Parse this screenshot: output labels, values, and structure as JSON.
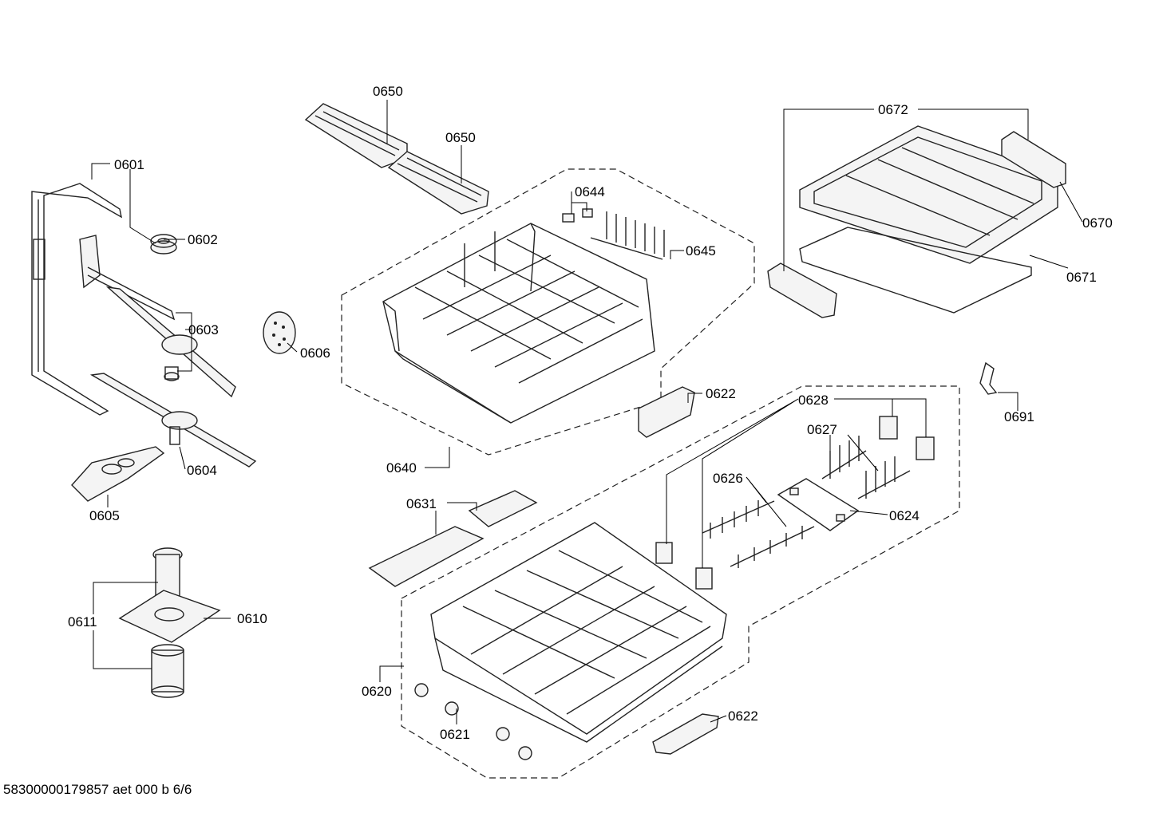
{
  "footer": "58300000179857 aet 000 b 6/6",
  "labels": {
    "p0601": "0601",
    "p0602": "0602",
    "p0603": "0603",
    "p0604": "0604",
    "p0605": "0605",
    "p0606": "0606",
    "p0610": "0610",
    "p0611": "0611",
    "p0620": "0620",
    "p0621": "0621",
    "p0622a": "0622",
    "p0622b": "0622",
    "p0624": "0624",
    "p0626": "0626",
    "p0627": "0627",
    "p0628": "0628",
    "p0631": "0631",
    "p0640": "0640",
    "p0644": "0644",
    "p0645": "0645",
    "p0650a": "0650",
    "p0650b": "0650",
    "p0670": "0670",
    "p0671": "0671",
    "p0672": "0672",
    "p0691": "0691"
  }
}
